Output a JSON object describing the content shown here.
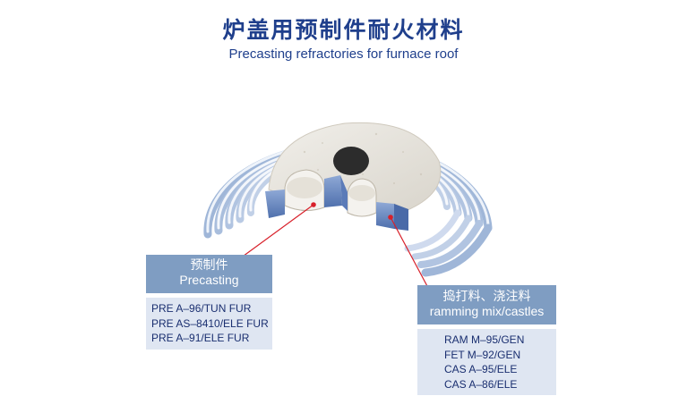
{
  "title_cn": "炉盖用预制件耐火材料",
  "title_en": "Precasting refractories for furnace roof",
  "precasting": {
    "header_cn": "预制件",
    "header_en": "Precasting",
    "items": [
      "PRE A–96/TUN FUR",
      "PRE AS–8410/ELE FUR",
      "PRE A–91/ELE FUR"
    ]
  },
  "ramming": {
    "header_cn": "捣打料、浇注料",
    "header_en": "ramming mix/castles",
    "items": [
      "RAM M–95/GEN",
      "FET M–92/GEN",
      "CAS A–95/ELE",
      "CAS A–86/ELE"
    ]
  },
  "colors": {
    "title": "#1f3f8c",
    "box_header": "#7f9dc2",
    "box_body": "#dfe6f2",
    "leader_line": "#d8202a",
    "rings": "#c9d6ea",
    "center_plate": "#e6e3dc",
    "cut_face": "#6d8ec4"
  }
}
